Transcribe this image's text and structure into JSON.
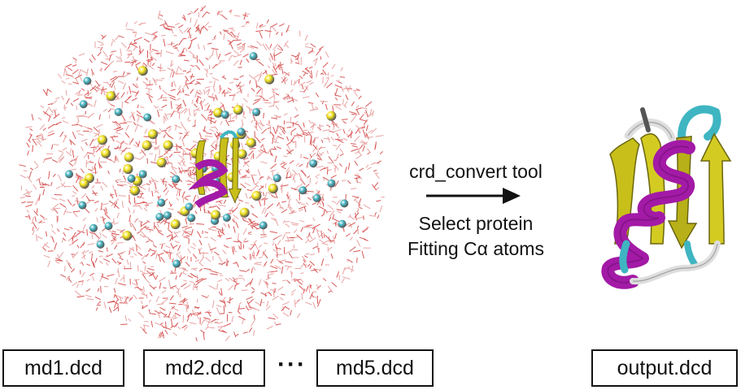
{
  "diagram": {
    "input_files": [
      "md1.dcd",
      "md2.dcd",
      "md5.dcd"
    ],
    "ellipsis": "···",
    "output_file": "output.dcd",
    "tool_label": "crd_convert tool",
    "step1": "Select protein",
    "step2": "Fitting Cα atoms"
  },
  "colors": {
    "water": "#d85858",
    "water_light": "#e9a3a3",
    "ion_yellow": "#f2e41e",
    "ion_cyan": "#45b6c4",
    "helix": "#a21aa6",
    "sheet": "#c8bf1a",
    "turn": "#3fb5c2",
    "coil": "#dedede",
    "text": "#111111"
  },
  "icons": {
    "arrow": "right-arrow-icon"
  }
}
